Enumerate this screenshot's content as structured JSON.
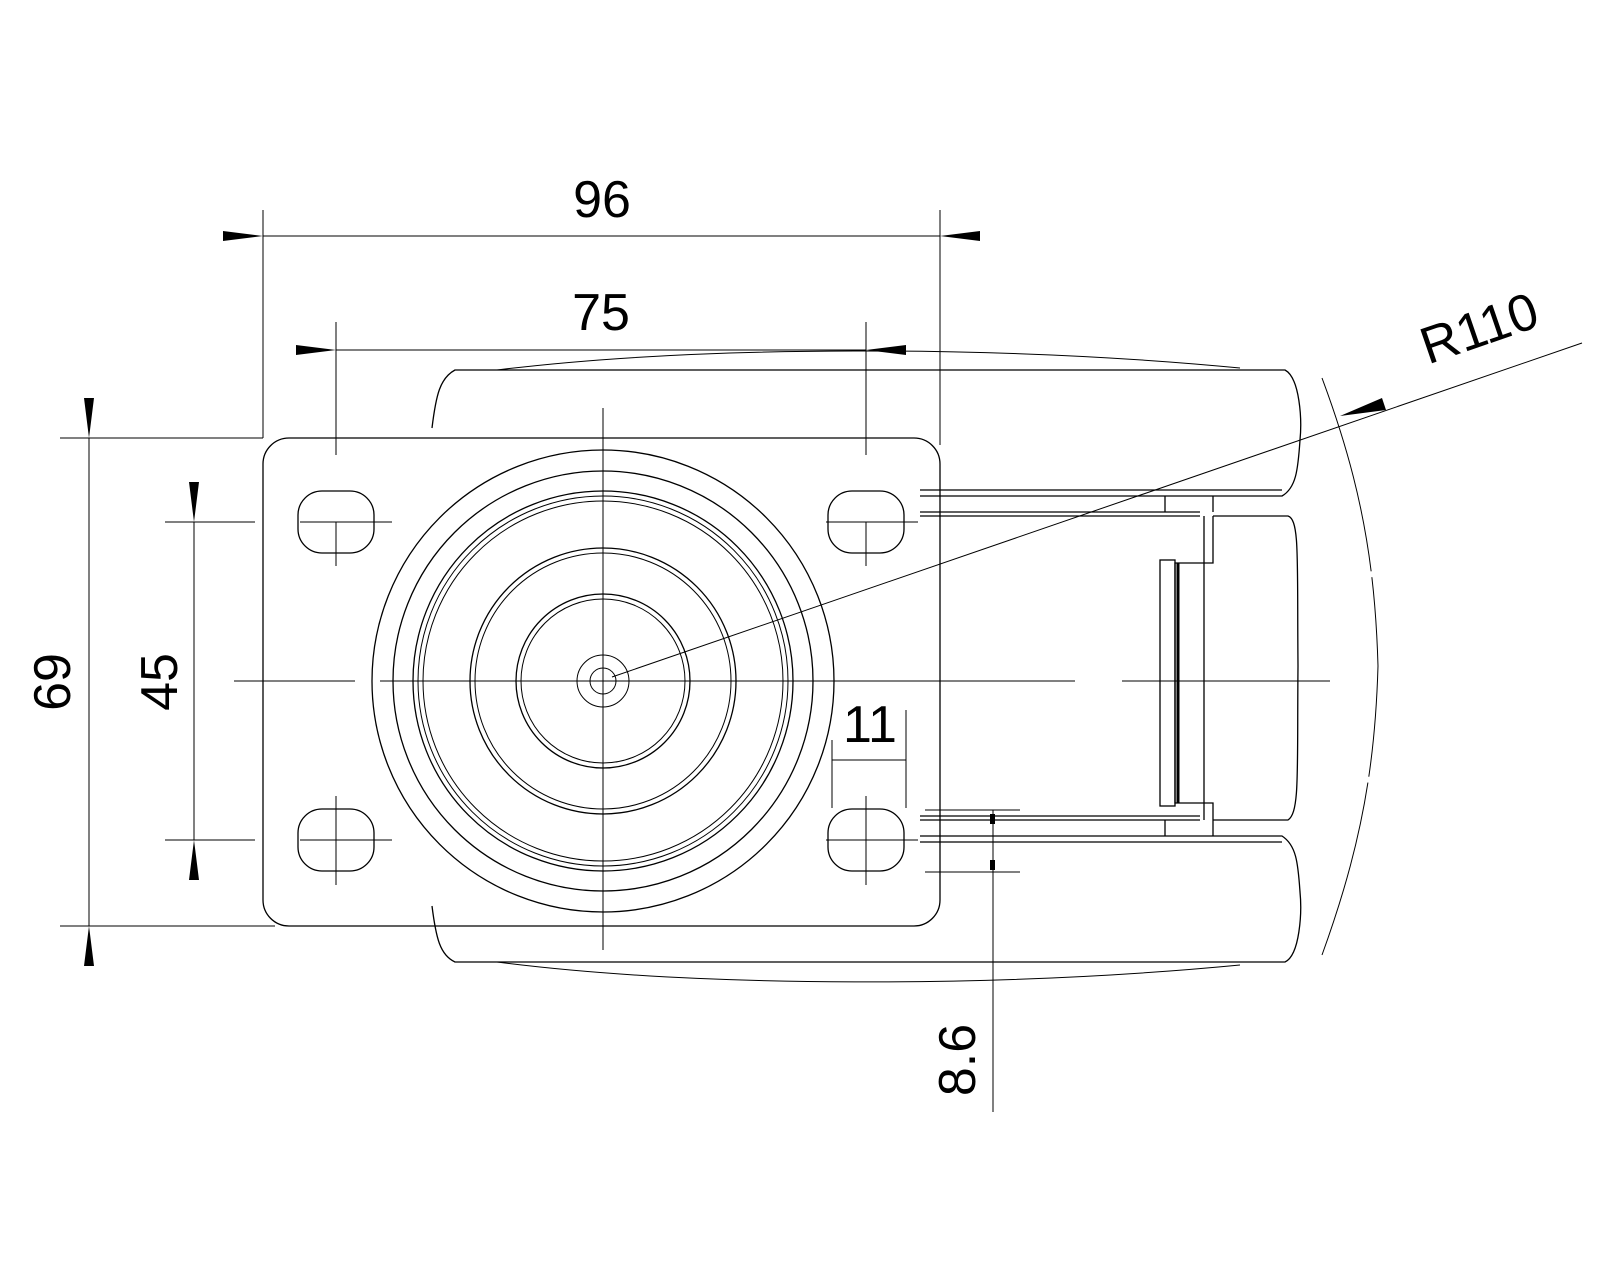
{
  "drawing": {
    "title": "Swivel caster top view",
    "dimensions": {
      "overall_width": "96",
      "hole_spacing_x": "75",
      "overall_depth": "69",
      "hole_spacing_y": "45",
      "slot_length": "11",
      "slot_width": "8.6",
      "swivel_radius": "R110"
    }
  }
}
